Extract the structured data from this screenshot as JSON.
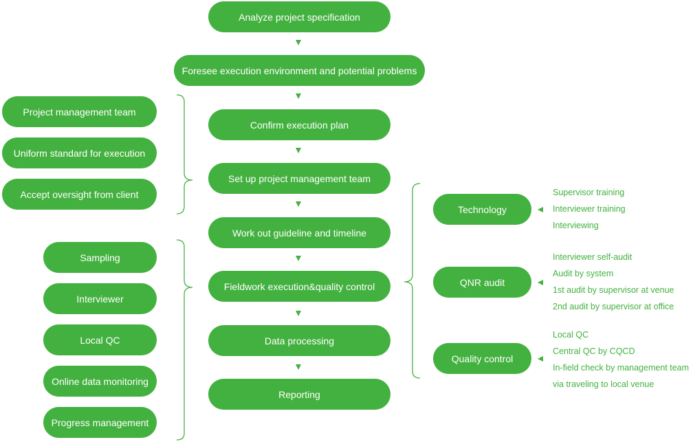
{
  "main_steps": [
    "Analyze project specification",
    "Foresee execution environment and potential problems",
    "Confirm execution plan",
    "Set up project management team",
    "Work out guideline and timeline",
    "Fieldwork execution&quality control",
    "Data processing",
    "Reporting"
  ],
  "team_group": [
    "Project management team",
    "Uniform standard for execution",
    "Accept oversight from client"
  ],
  "fieldwork_group": [
    "Sampling",
    "Interviewer",
    "Local QC",
    "Online data monitoring",
    "Progress management"
  ],
  "right_groups": [
    {
      "label": "Technology",
      "items": [
        "Supervisor training",
        "Interviewer training",
        "Interviewing"
      ]
    },
    {
      "label": "QNR audit",
      "items": [
        "Interviewer self-audit",
        "Audit by system",
        "1st audit by supervisor at venue",
        "2nd audit by supervisor at office"
      ]
    },
    {
      "label": "Quality control",
      "items": [
        "Local QC",
        "Central QC by CQCD",
        "In-field check by management team",
        "via traveling to local venue"
      ]
    }
  ],
  "colors": {
    "accent": "#43b13f",
    "text_on_accent": "#ffffff",
    "background": "#ffffff"
  }
}
